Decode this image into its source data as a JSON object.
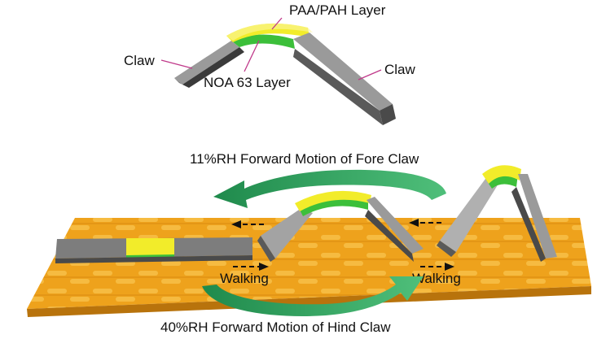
{
  "labels": {
    "paa_pah_layer": "PAA/PAH Layer",
    "claw_left": "Claw",
    "claw_right": "Claw",
    "noa_layer": "NOA 63 Layer",
    "fore_motion": "11%RH Forward Motion of Fore Claw",
    "hind_motion": "40%RH Forward Motion of Hind Claw",
    "walking_left": "Walking",
    "walking_right": "Walking"
  },
  "colors": {
    "yellow_layer": "#f2ec2a",
    "green_layer": "#3cbf3a",
    "claw_gray": "#8c8c8c",
    "substrate_orange": "#f0a21a",
    "arrow_green": "#2e9e5a",
    "leader_line": "#c0398a"
  }
}
